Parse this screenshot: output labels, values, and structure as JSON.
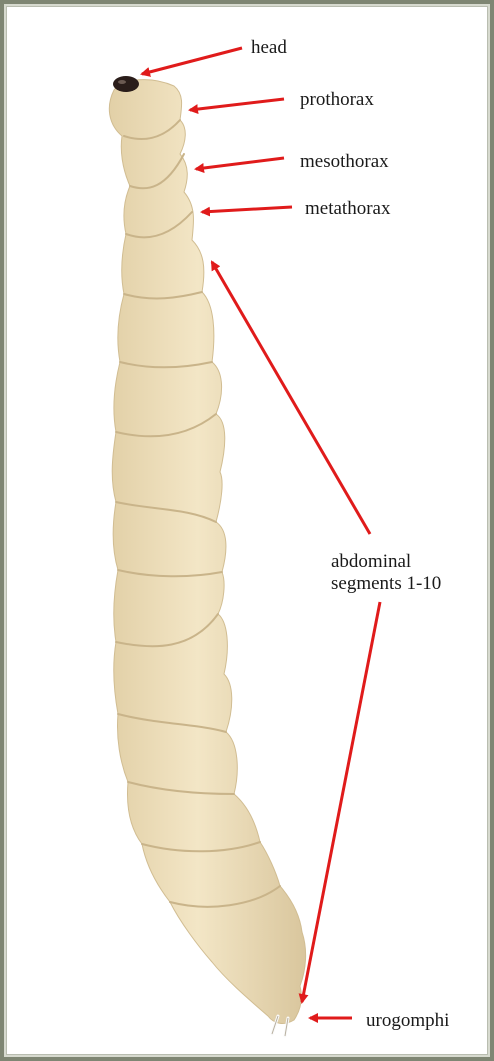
{
  "labels": {
    "head": "head",
    "prothorax": "prothorax",
    "mesothorax": "mesothorax",
    "metathorax": "metathorax",
    "abdominal": "abdominal\nsegments 1-10",
    "urogomphi": "urogomphi"
  },
  "colors": {
    "arrow": "#e01b1b",
    "body_fill": "#eedfbc",
    "body_shade": "#d6c49c",
    "head_capsule": "#2a1d1a",
    "frame_border": "#7f8673"
  }
}
